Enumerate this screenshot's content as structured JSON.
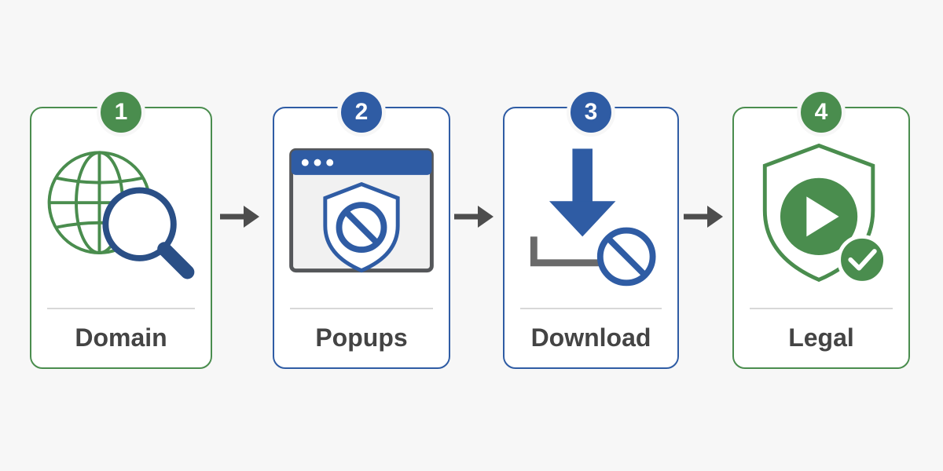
{
  "steps": [
    {
      "number": "1",
      "label": "Domain",
      "icon": "globe-search-icon",
      "color": "#4a8d4e"
    },
    {
      "number": "2",
      "label": "Popups",
      "icon": "browser-shield-block-icon",
      "color": "#2f5ca4"
    },
    {
      "number": "3",
      "label": "Download",
      "icon": "download-blocked-icon",
      "color": "#2f5ca4"
    },
    {
      "number": "4",
      "label": "Legal",
      "icon": "shield-play-check-icon",
      "color": "#4a8d4e"
    }
  ],
  "colors": {
    "green": "#4a8d4e",
    "blue": "#2f5ca4",
    "dark_blue": "#2a4f86",
    "arrow": "#4d4d4d",
    "text": "#444444"
  }
}
